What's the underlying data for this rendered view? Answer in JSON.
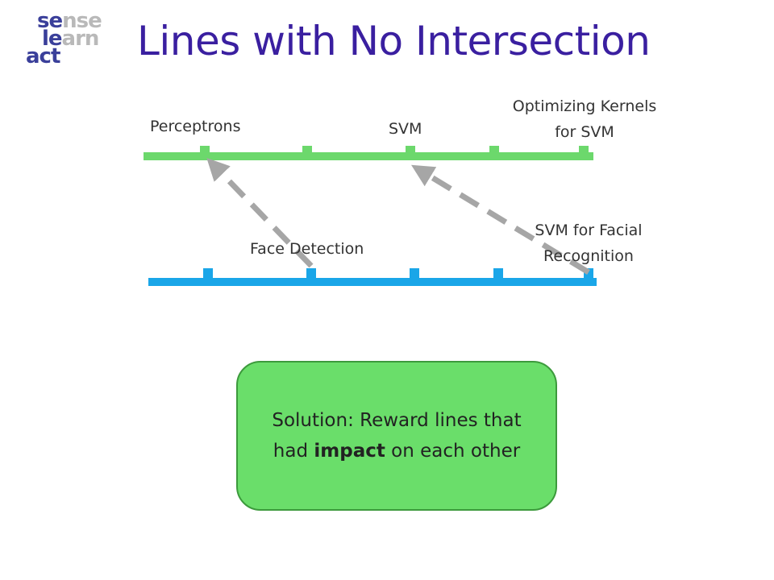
{
  "title": "Lines with No Intersection",
  "logo": {
    "line1_hi": "se",
    "line1_lo": "nse",
    "line2_hi": "le",
    "line2_lo": "arn",
    "line3_hi": "act",
    "line3_lo": ""
  },
  "colors": {
    "top_line": "#6cd86c",
    "bottom_line": "#1aa6e8",
    "arrow": "#a6a6a6",
    "title": "#3a1fa0",
    "solution_fill": "#6ade6a"
  },
  "labels": {
    "perceptrons": "Perceptrons",
    "svm": "SVM",
    "optimizing_kernels_line1": "Optimizing Kernels",
    "optimizing_kernels_line2": "for SVM",
    "face_detection": "Face Detection",
    "svm_facial_line1": "SVM for Facial",
    "svm_facial_line2": "Recognition"
  },
  "solution": {
    "prefix": "Solution: Reward lines that had ",
    "emphasis": "impact",
    "suffix": " on each other"
  }
}
